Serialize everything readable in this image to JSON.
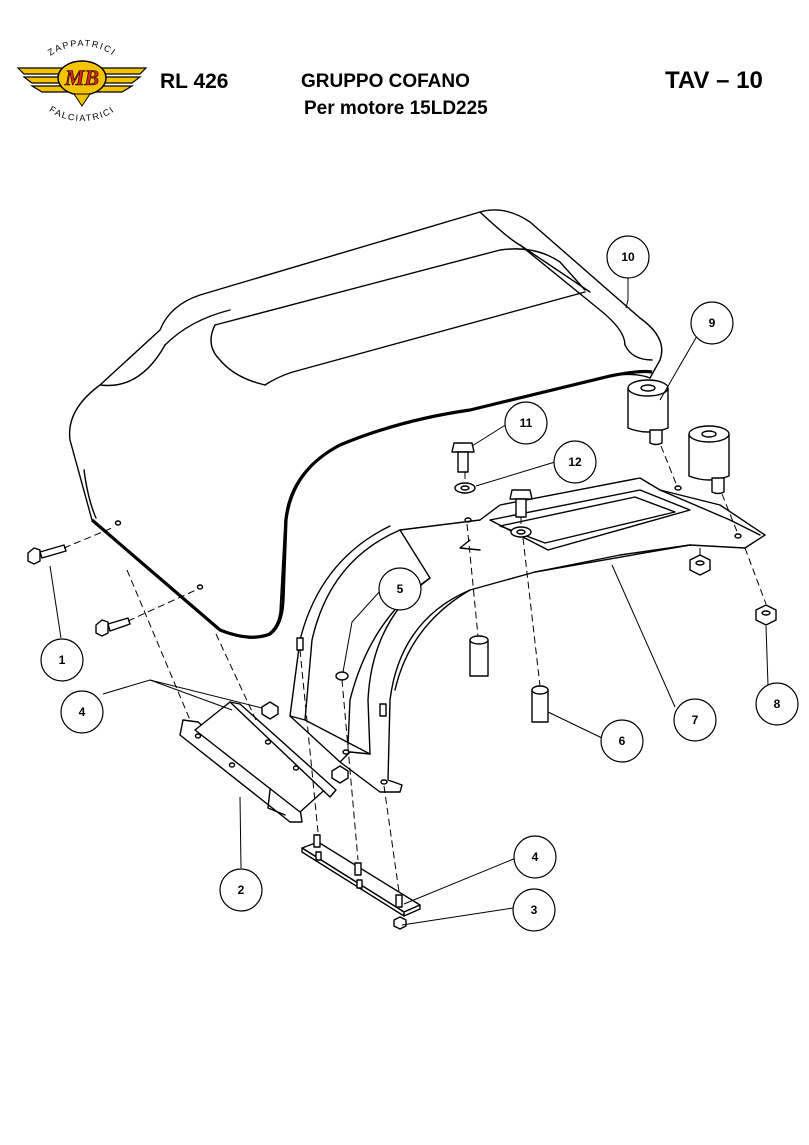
{
  "header": {
    "model": "RL 426",
    "title": "GRUPPO COFANO",
    "subtitle": "Per motore 15LD225",
    "table_id": "TAV – 10"
  },
  "logo": {
    "initials": "MB",
    "arc_top": "ZAPPATRICI",
    "arc_bottom": "FALCIATRICI",
    "colors": {
      "wings": "#f5c400",
      "initials": "#d9251d"
    }
  },
  "callouts": [
    "1",
    "2",
    "3",
    "4",
    "4",
    "5",
    "6",
    "7",
    "8",
    "9",
    "10",
    "11",
    "12"
  ]
}
